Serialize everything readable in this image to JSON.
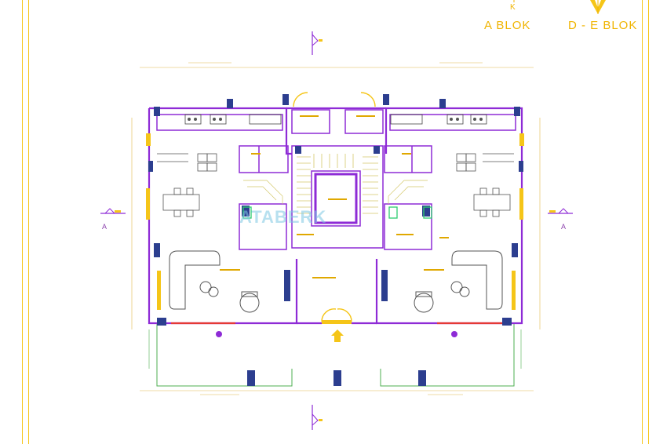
{
  "header": {
    "blocks": [
      {
        "label": "A  BLOK"
      },
      {
        "label": "D - E  BLOK"
      }
    ],
    "north_symbol_letter": "K"
  },
  "watermark": {
    "text": "ATABERK"
  },
  "plan": {
    "section_mark_left": "A",
    "section_mark_right": "A",
    "colors": {
      "walls": "#8e2bd6",
      "doors_windows": "#f5c518",
      "furniture": "#7a7a7a",
      "stairs": "#d4c86a",
      "terrace": "#4caf50",
      "balcony_rail": "#e53935",
      "frame": "#f5c518",
      "columns": "#2c3e8f"
    }
  }
}
